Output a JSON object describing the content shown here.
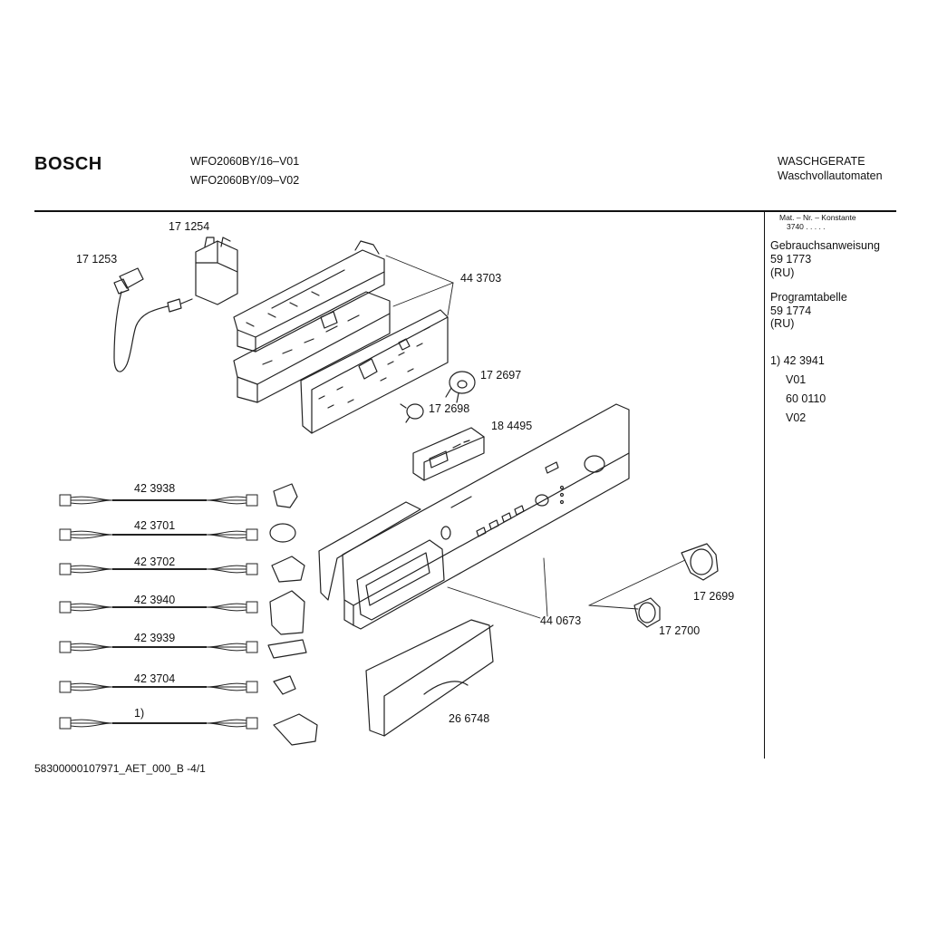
{
  "header": {
    "brand": "BOSCH",
    "model_1": "WFO2060BY/16–V01",
    "model_2": "WFO2060BY/09–V02",
    "category_1": "WASCHGERATE",
    "category_2": "Waschvollautomaten"
  },
  "sidebar": {
    "mat_label": "Mat. – Nr. – Konstante",
    "mat_value": "3740  .  .  .  .  .",
    "manual_title": "Gebrauchsanweisung",
    "manual_number": "59 1773",
    "manual_lang": "(RU)",
    "program_title": "Programtabelle",
    "program_number": "59 1774",
    "program_lang": "(RU)",
    "ref_line": "1)  42 3941",
    "ref_v01": "V01",
    "ref_part": "60 0110",
    "ref_v02": "V02"
  },
  "parts": {
    "p171254": "17 1254",
    "p171253": "17 1253",
    "p443703": "44 3703",
    "p172697": "17 2697",
    "p172698": "17 2698",
    "p184495": "18 4495",
    "p172699": "17 2699",
    "p440673": "44 0673",
    "p172700": "17 2700",
    "p266748": "26 6748"
  },
  "harnesses": [
    {
      "label": "42 3938"
    },
    {
      "label": "42 3701"
    },
    {
      "label": "42 3702"
    },
    {
      "label": "42 3940"
    },
    {
      "label": "42 3939"
    },
    {
      "label": "42 3704"
    },
    {
      "label": "1)"
    }
  ],
  "footer": {
    "doc_id": "58300000107971_AET_000_B  -4/1"
  }
}
